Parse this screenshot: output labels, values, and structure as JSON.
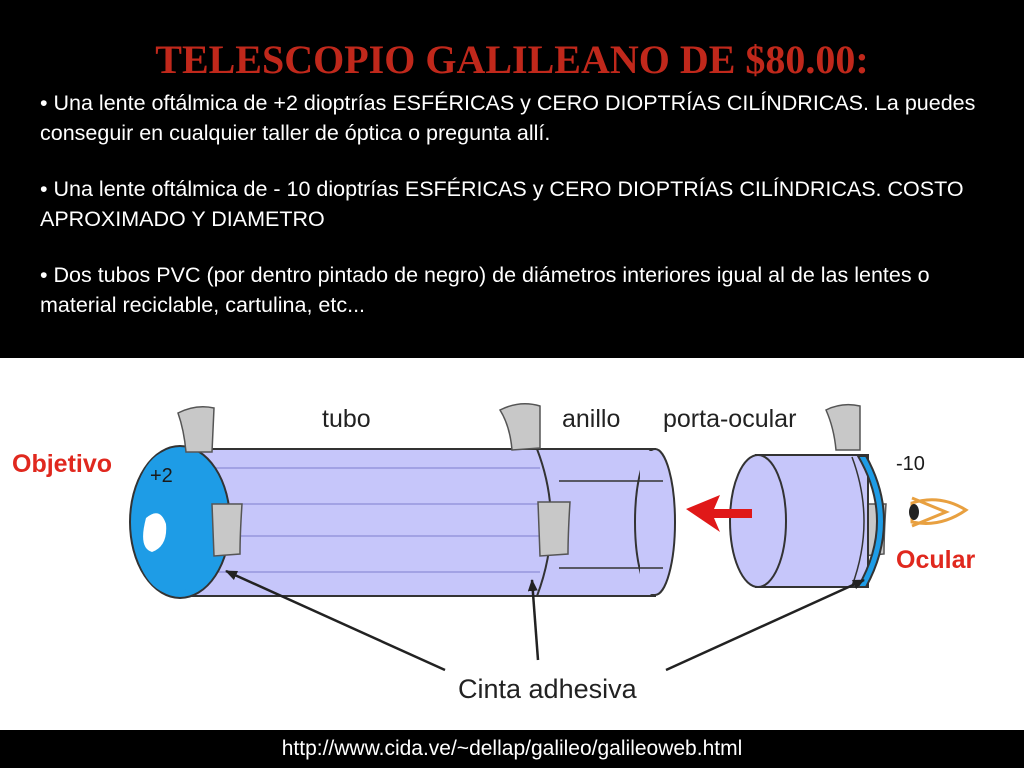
{
  "slide": {
    "title": "TELESCOPIO GALILEANO DE $80.00:",
    "bullets": [
      "• Una lente oftálmica de +2 dioptrías ESFÉRICAS y CERO DIOPTRÍAS CILÍNDRICAS. La puedes conseguir en cualquier taller de óptica o pregunta allí.",
      "• Una lente oftálmica de  - 10 dioptrías ESFÉRICAS y CERO DIOPTRÍAS CILÍNDRICAS. COSTO APROXIMADO Y DIAMETRO",
      "• Dos tubos PVC  (por dentro pintado de negro) de diámetros interiores igual al de las lentes o material reciclable, cartulina, etc..."
    ],
    "source_url": "http://www.cida.ve/~dellap/galileo/galileoweb.html"
  },
  "diagram": {
    "labels": {
      "objetivo": "Objetivo",
      "plus_two": "+2",
      "tubo": "tubo",
      "anillo": "anillo",
      "porta_ocular": "porta-ocular",
      "minus_ten": "-10",
      "ocular": "Ocular",
      "cinta_adhesiva": "Cinta adhesiva"
    },
    "colors": {
      "tube_fill": "#c6c6fa",
      "lens_blue": "#1e9ce6",
      "label_red": "#e0281e",
      "arrow_red": "#e01818",
      "eye_orange": "#e8a040",
      "tape_gray": "#c8c8c8"
    }
  }
}
